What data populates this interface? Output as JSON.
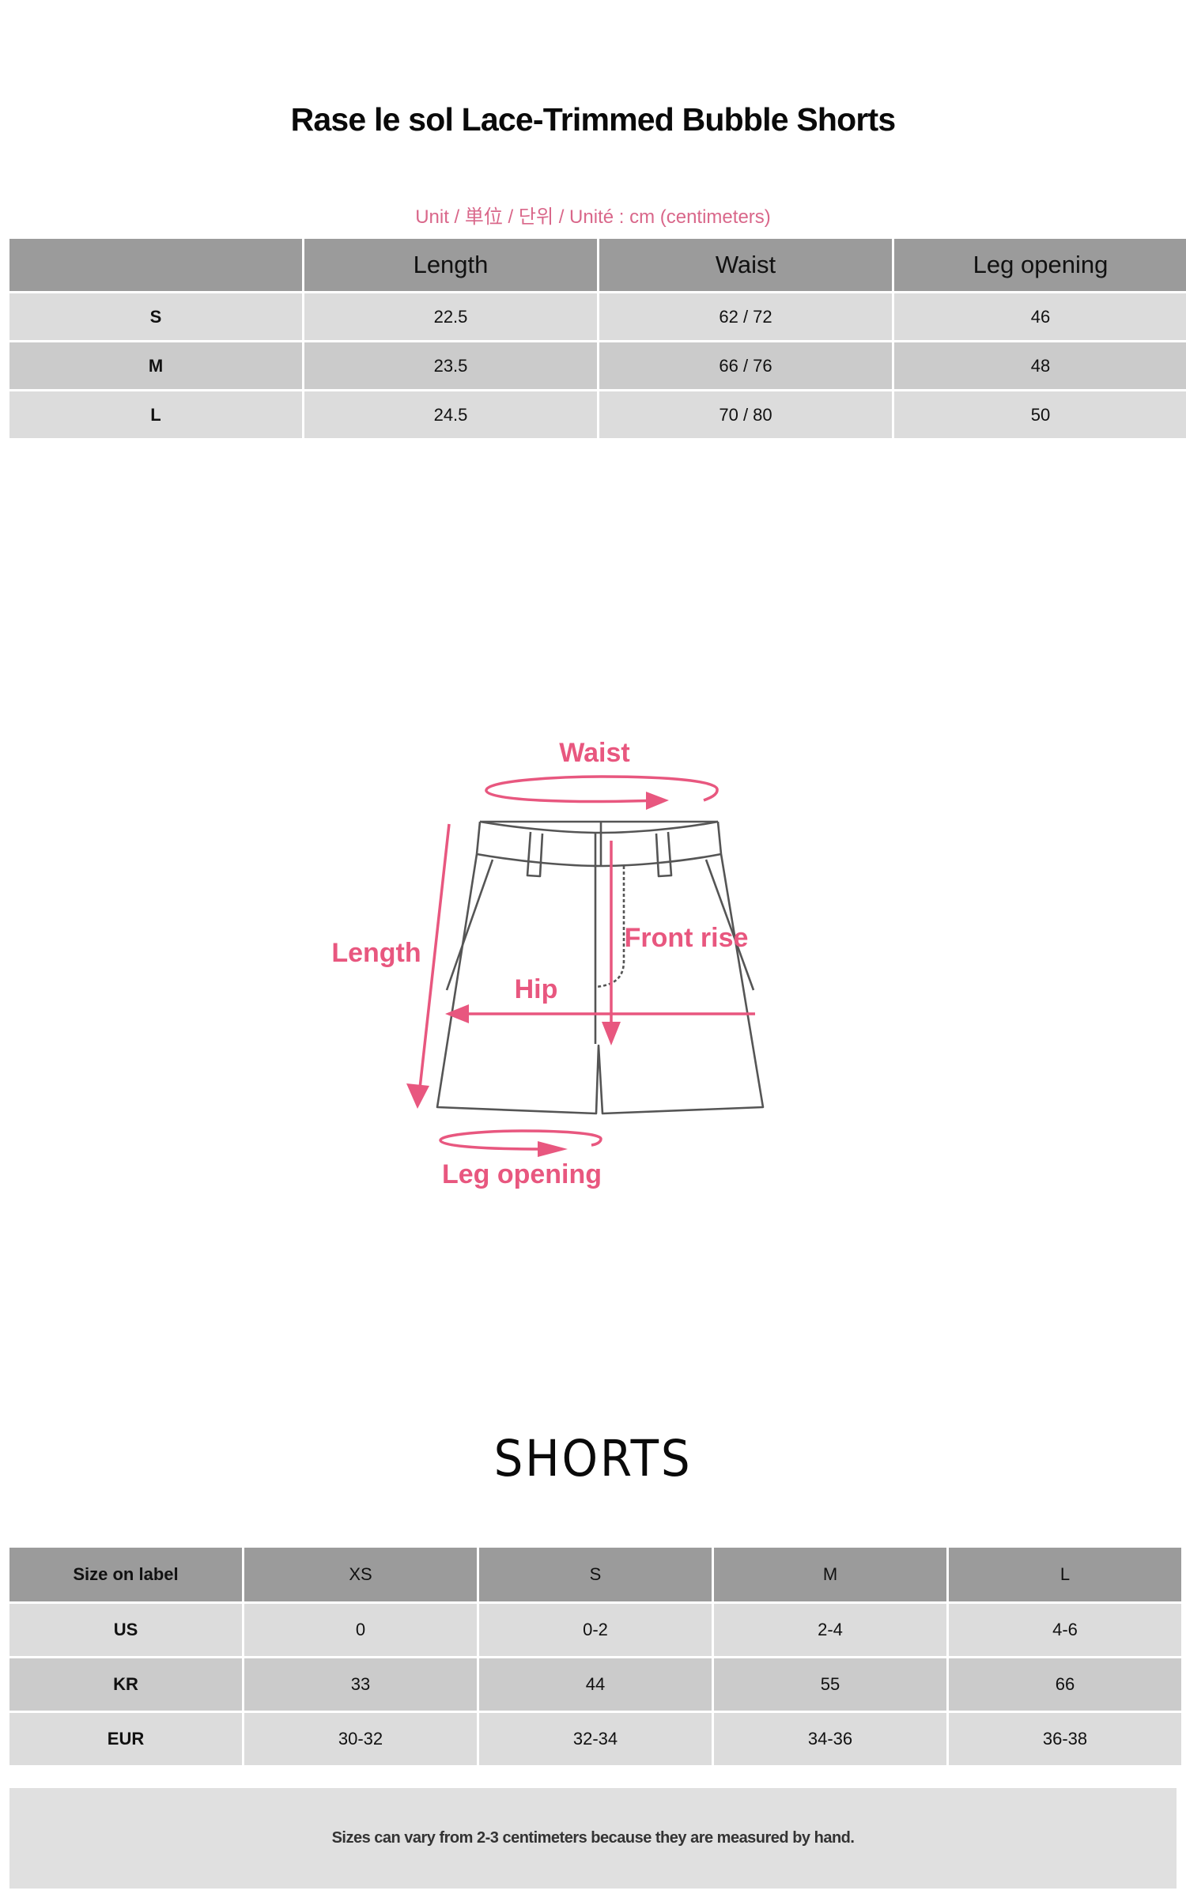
{
  "title": "Rase le sol Lace-Trimmed Bubble Shorts",
  "unit_note": "Unit / 単位 / 단위 / Unité : cm (centimeters)",
  "measurements": {
    "headers": [
      "",
      "Length",
      "Waist",
      "Leg opening"
    ],
    "rows": [
      {
        "size": "S",
        "length": "22.5",
        "waist": "62 / 72",
        "leg_opening": "46"
      },
      {
        "size": "M",
        "length": "23.5",
        "waist": "66 / 76",
        "leg_opening": "48"
      },
      {
        "size": "L",
        "length": "24.5",
        "waist": "70 / 80",
        "leg_opening": "50"
      }
    ]
  },
  "diagram": {
    "labels": {
      "waist": "Waist",
      "length": "Length",
      "front_rise": "Front rise",
      "hip": "Hip",
      "leg_opening": "Leg opening"
    },
    "colors": {
      "accent": "#e8577f",
      "outline": "#555555"
    }
  },
  "size_conversion": {
    "heading": "SHORTS",
    "headers": [
      "Size on label",
      "XS",
      "S",
      "M",
      "L"
    ],
    "rows": [
      {
        "label": "US",
        "values": [
          "0",
          "0-2",
          "2-4",
          "4-6"
        ]
      },
      {
        "label": "KR",
        "values": [
          "33",
          "44",
          "55",
          "66"
        ]
      },
      {
        "label": "EUR",
        "values": [
          "30-32",
          "32-34",
          "34-36",
          "36-38"
        ]
      }
    ]
  },
  "footnote": "Sizes can vary from 2-3 centimeters because they are measured by hand.",
  "colors": {
    "header_gray": "#9b9b9b",
    "row_light": "#dcdcdc",
    "row_dark": "#cbcbcb",
    "unit_pink": "#d9678a"
  }
}
